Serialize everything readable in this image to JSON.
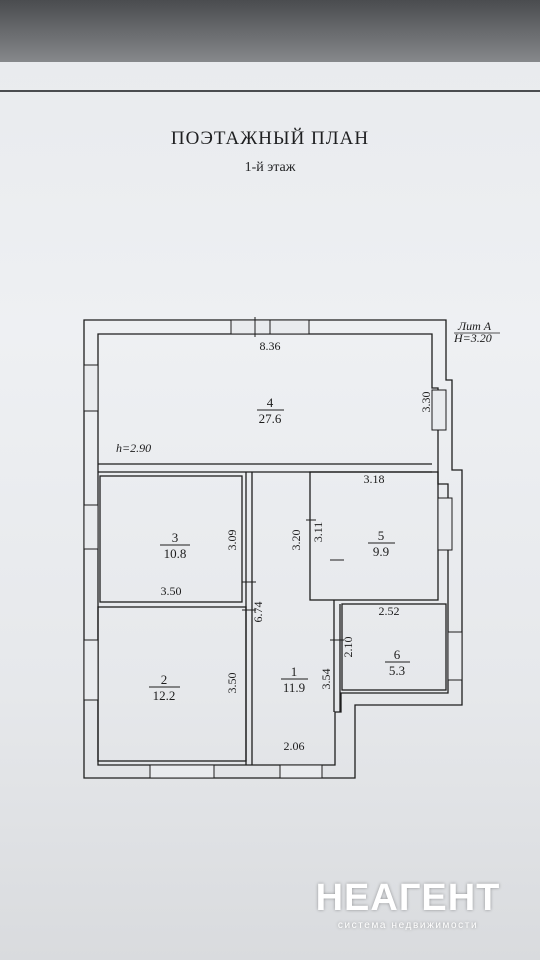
{
  "header": {
    "title": "ПОЭТАЖНЫЙ ПЛАН",
    "floor": "1-й этаж"
  },
  "building": {
    "liter": "Лит А",
    "height": "Н=3.20",
    "room_height": "h=2.90"
  },
  "rooms": [
    {
      "number": "1",
      "area": "11.9"
    },
    {
      "number": "2",
      "area": "12.2"
    },
    {
      "number": "3",
      "area": "10.8"
    },
    {
      "number": "4",
      "area": "27.6"
    },
    {
      "number": "5",
      "area": "9.9"
    },
    {
      "number": "6",
      "area": "5.3"
    }
  ],
  "dimensions": {
    "top_width": "8.36",
    "room4_depth": "3.30",
    "room3_height": "3.09",
    "room3_width": "3.50",
    "room2_height": "3.50",
    "corridor_length": "6.74",
    "corridor_width": "2.06",
    "room1_depth": "3.20",
    "room5_height": "3.11",
    "room5_width": "3.18",
    "room6_width": "2.52",
    "room6_height": "2.10",
    "room1_height": "3.54"
  },
  "watermark": {
    "name": "НЕАГЕНТ",
    "tagline": "система недвижимости"
  }
}
